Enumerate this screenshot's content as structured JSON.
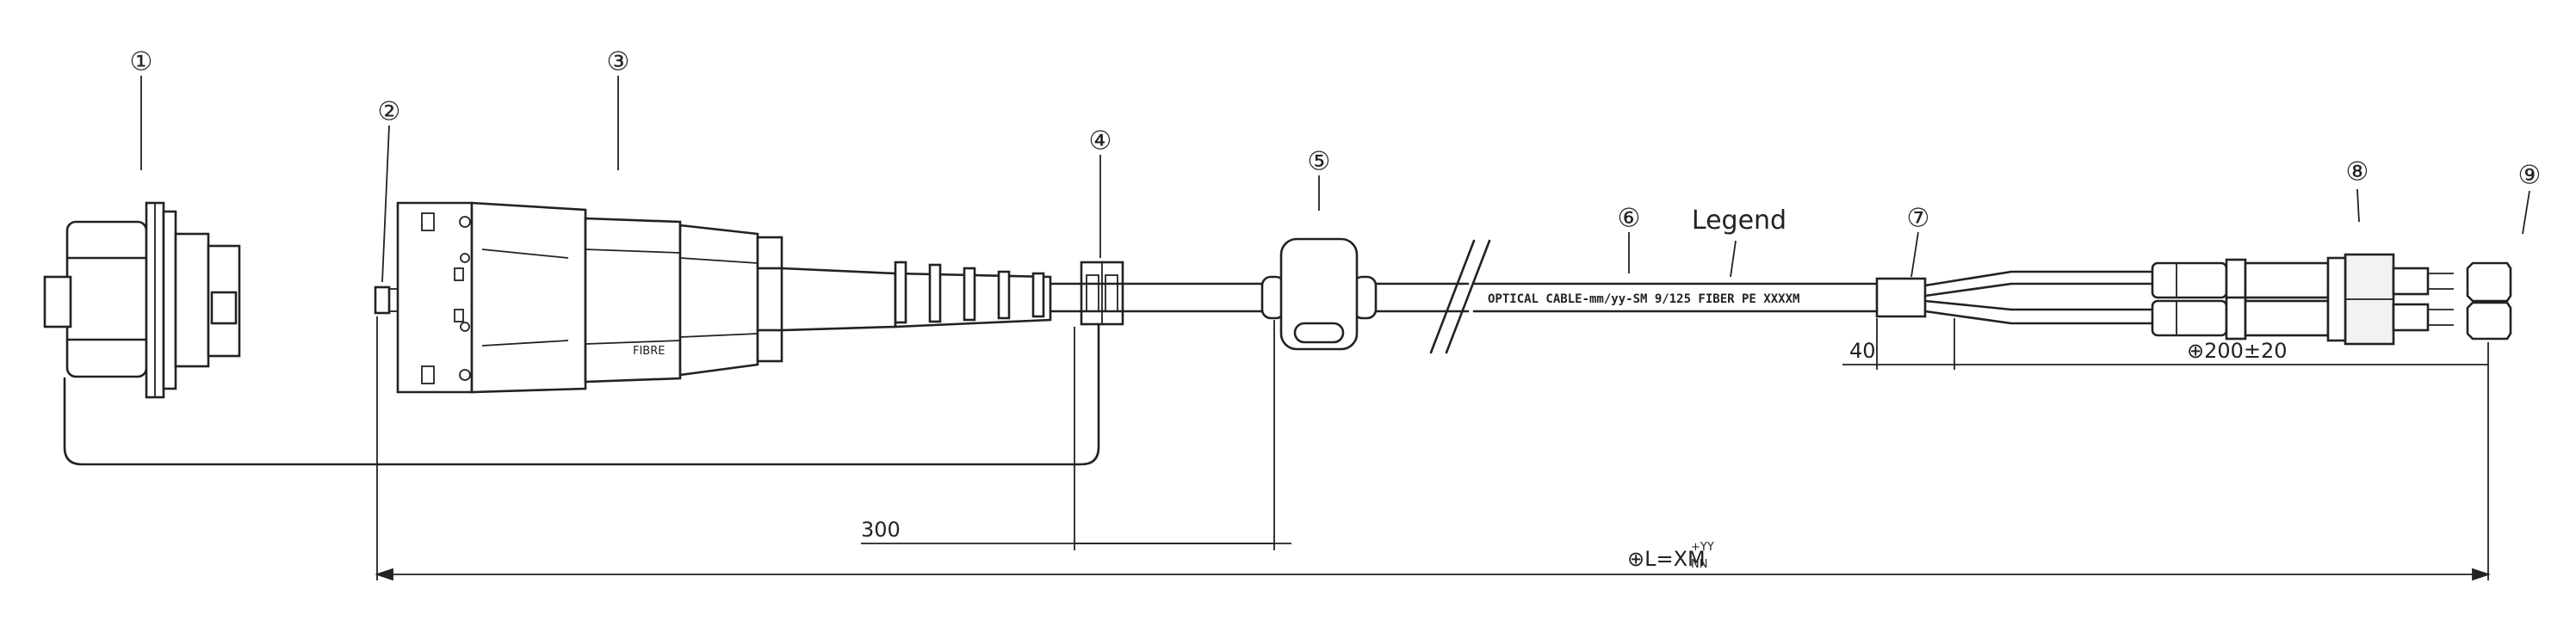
{
  "callouts": [
    {
      "id": "1",
      "label": "①"
    },
    {
      "id": "2",
      "label": "②"
    },
    {
      "id": "3",
      "label": "③"
    },
    {
      "id": "4",
      "label": "④"
    },
    {
      "id": "5",
      "label": "⑤"
    },
    {
      "id": "6",
      "label": "⑥"
    },
    {
      "id": "7",
      "label": "⑦"
    },
    {
      "id": "8",
      "label": "⑧"
    },
    {
      "id": "9",
      "label": "⑨"
    }
  ],
  "legend_label": "Legend",
  "cable_print": "OPTICAL CABLE-mm/yy-SM 9/125 FIBER PE XXXXM",
  "connector_marking": "FIBRE",
  "dimensions": {
    "d300": "300",
    "d40": "40",
    "d200": "⊕200±20",
    "total_length": "⊕L=XM",
    "tolerance_plus": "+YY",
    "tolerance_minus": "NN"
  }
}
